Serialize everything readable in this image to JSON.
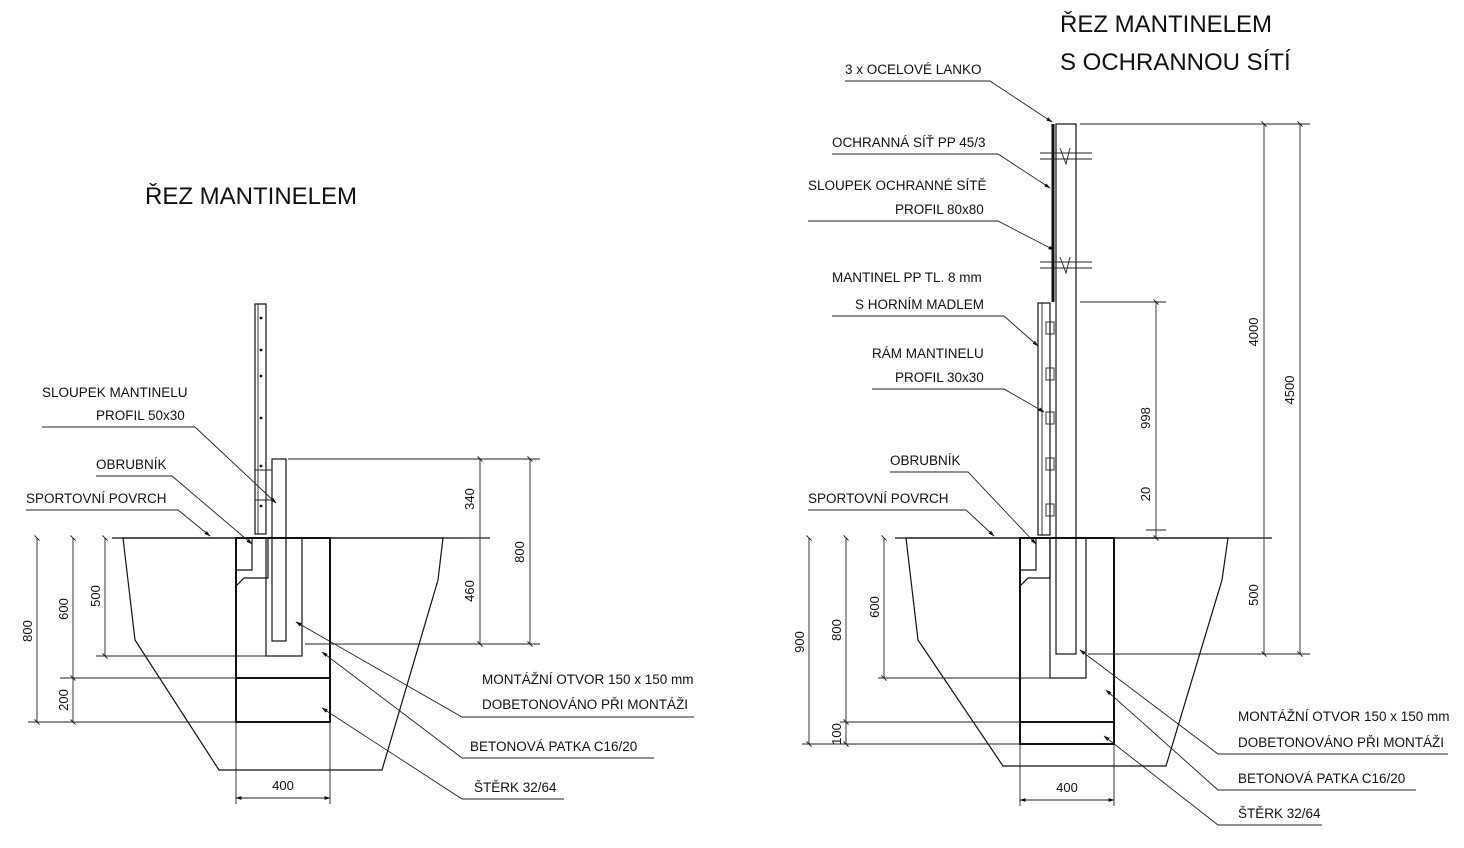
{
  "left": {
    "title": "ŘEZ MANTINELEM",
    "labels": {
      "post_1": "SLOUPEK MANTINELU",
      "post_2": "PROFIL 50x30",
      "curb": "OBRUBNÍK",
      "surface": "SPORTOVNÍ POVRCH",
      "hole_1": "MONTÁŽNÍ OTVOR 150 x 150 mm",
      "hole_2": "DOBETONOVÁNO PŘI MONTÁŽI",
      "footing": "BETONOVÁ PATKA C16/20",
      "gravel": "ŠTĚRK 32/64"
    },
    "dims": {
      "d340": "340",
      "d460": "460",
      "d800r": "800",
      "d800l": "800",
      "d600": "600",
      "d500": "500",
      "d200": "200",
      "d400": "400"
    }
  },
  "right": {
    "title_1": "ŘEZ MANTINELEM",
    "title_2": "S OCHRANNOU SÍTÍ",
    "labels": {
      "cable": "3 x OCELOVÉ LANKO",
      "net": "OCHRANNÁ SÍŤ PP 45/3",
      "netpost_1": "SLOUPEK OCHRANNÉ SÍTĚ",
      "netpost_2": "PROFIL 80x80",
      "board_1": "MANTINEL PP TL. 8 mm",
      "board_2": "S HORNÍM MADLEM",
      "frame_1": "RÁM MANTINELU",
      "frame_2": "PROFIL 30x30",
      "curb": "OBRUBNÍK",
      "surface": "SPORTOVNÍ POVRCH",
      "hole_1": "MONTÁŽNÍ OTVOR 150 x 150 mm",
      "hole_2": "DOBETONOVÁNO PŘI MONTÁŽI",
      "footing": "BETONOVÁ PATKA C16/20",
      "gravel": "ŠTĚRK 32/64"
    },
    "dims": {
      "d4000": "4000",
      "d4500": "4500",
      "d998": "998",
      "d20": "20",
      "d500": "500",
      "d900": "900",
      "d800": "800",
      "d600": "600",
      "d100": "100",
      "d400": "400"
    }
  }
}
